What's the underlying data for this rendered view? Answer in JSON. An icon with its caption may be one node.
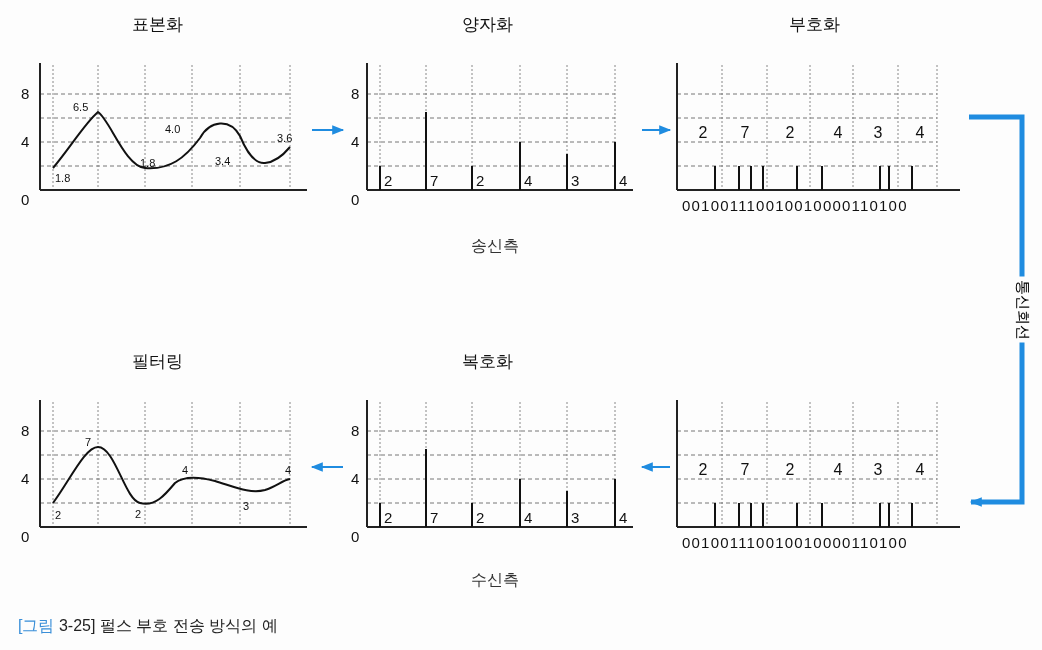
{
  "diagram": {
    "caption": "[그림 3-25] 펄스 부호 전송 방식의 예",
    "nodes": [
      {
        "text": [
          "표본화",
          "8",
          "4",
          "0",
          "1.8",
          "6.5",
          "1.8",
          "4.0",
          "3.4",
          "3.6"
        ]
      },
      {
        "text": [
          "양자화",
          "8",
          "4",
          "0",
          "2",
          "7",
          "2",
          "4",
          "3",
          "4"
        ]
      },
      {
        "text": [
          "부호화",
          "2",
          "7",
          "2",
          "4",
          "3",
          "4",
          "001001110010010000110100"
        ]
      },
      {
        "text": [
          "필터링",
          "8",
          "4",
          "0",
          "2",
          "7",
          "2",
          "4",
          "3",
          "4"
        ]
      },
      {
        "text": [
          "복호화",
          "8",
          "4",
          "0",
          "2",
          "7",
          "2",
          "4",
          "3",
          "4"
        ]
      },
      {
        "text": [
          "2",
          "7",
          "2",
          "4",
          "3",
          "4",
          "001001110010010000110100"
        ]
      }
    ],
    "edges": [
      {
        "from": 0,
        "to": 1,
        "arrow": "to"
      },
      {
        "from": 1,
        "to": 2,
        "arrow": "to"
      },
      {
        "from": 2,
        "to": 5,
        "arrow": "to",
        "label": "통신회선",
        "style": "thick"
      },
      {
        "from": 5,
        "to": 4,
        "arrow": "to"
      },
      {
        "from": 4,
        "to": 3,
        "arrow": "to"
      }
    ],
    "labels": [
      "송신측",
      "수신측"
    ]
  }
}
